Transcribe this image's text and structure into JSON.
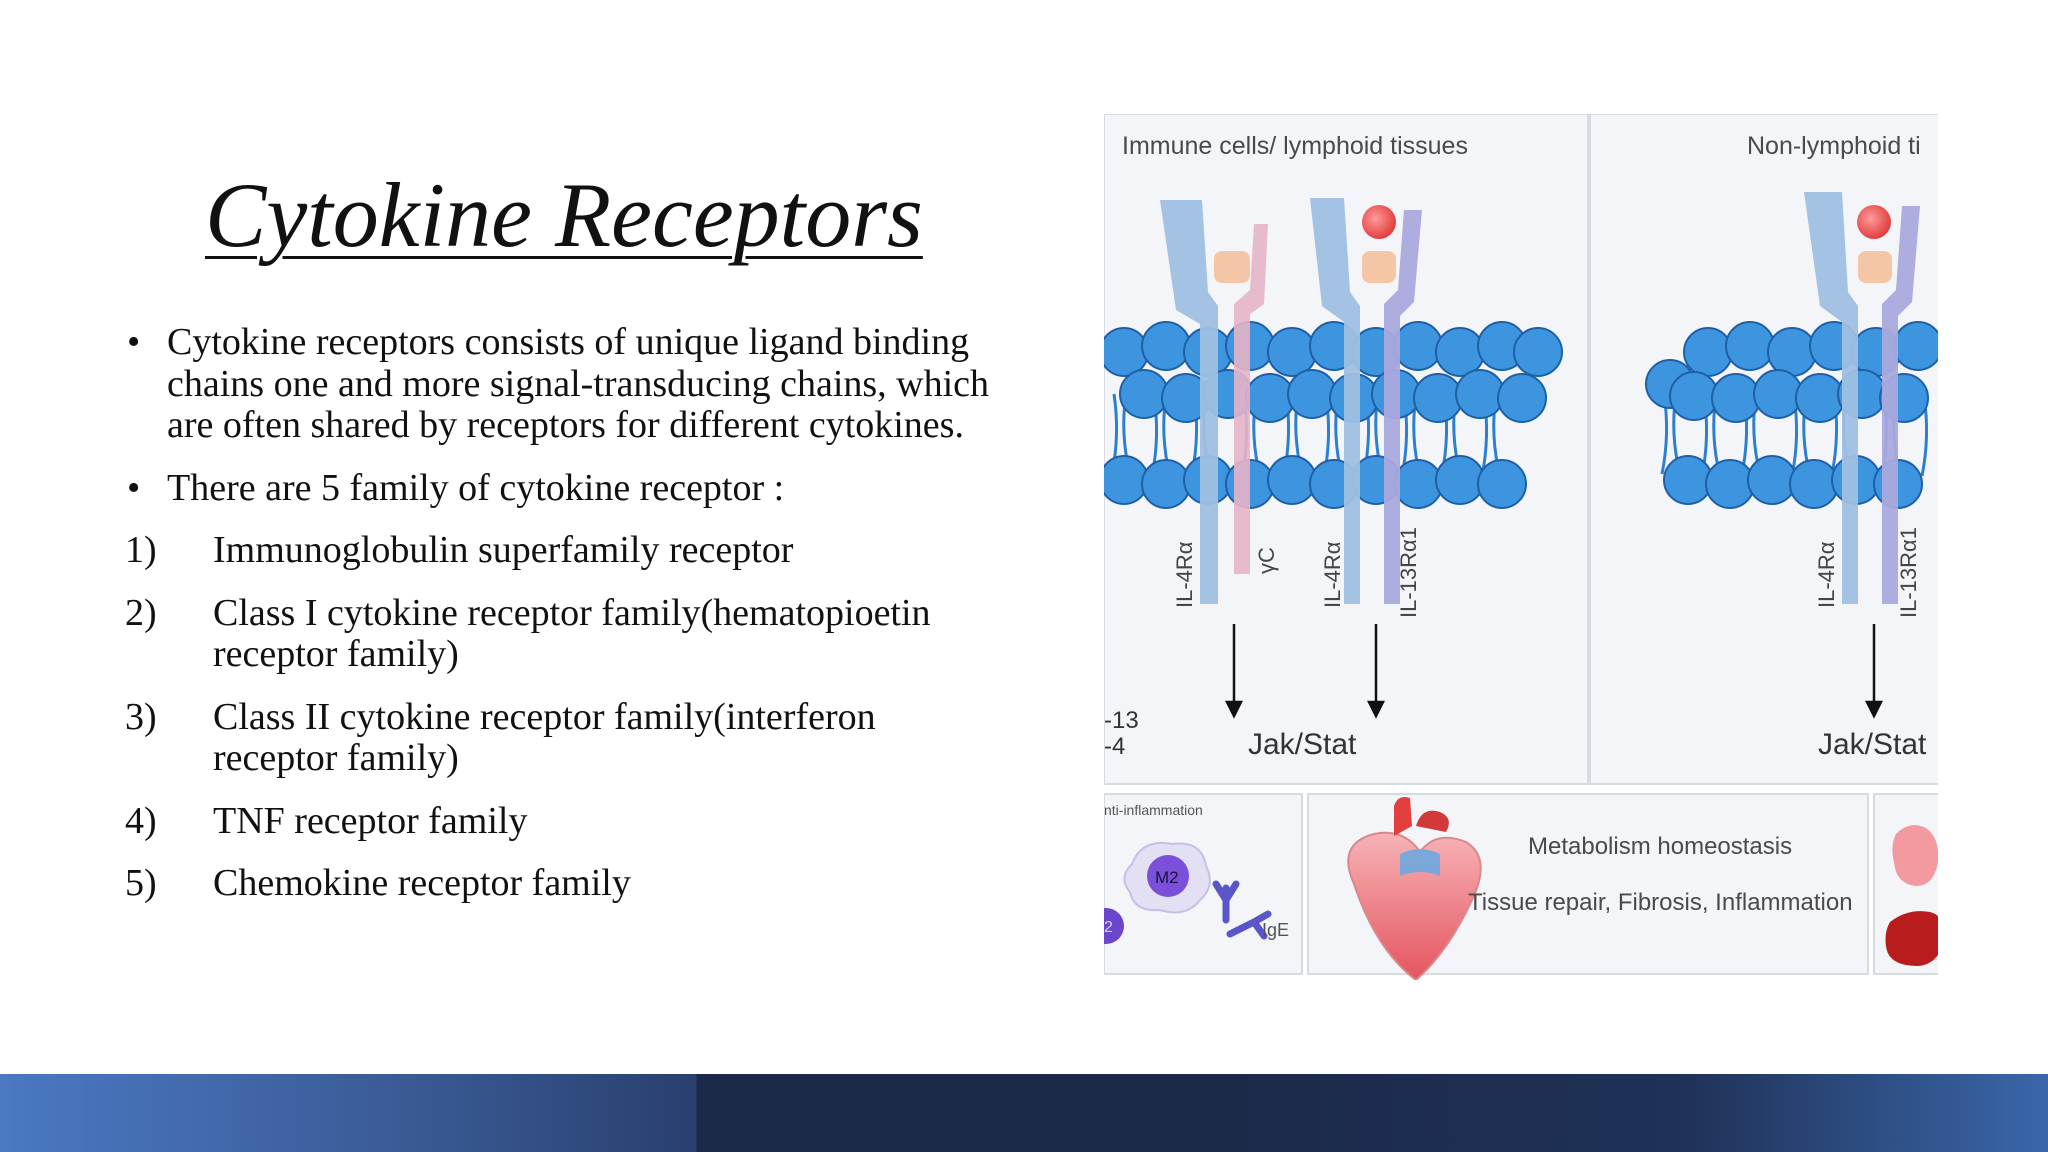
{
  "title": "Cytokine Receptors",
  "bullets": [
    {
      "marker": "•",
      "text": "Cytokine receptors consists of unique ligand binding chains one and more signal-transducing chains, which are often shared by receptors for different cytokines."
    },
    {
      "marker": "•",
      "text": "There are 5 family of cytokine receptor :"
    }
  ],
  "families": [
    {
      "num": "1)",
      "text": "Immunoglobulin superfamily receptor"
    },
    {
      "num": "2)",
      "text": "Class I cytokine receptor family(hematopioetin receptor family)"
    },
    {
      "num": "3)",
      "text": "Class II cytokine receptor family(interferon receptor family)"
    },
    {
      "num": "4)",
      "text": "TNF receptor family"
    },
    {
      "num": "5)",
      "text": "Chemokine receptor family"
    }
  ],
  "figure": {
    "panel_left_title": "Immune cells/ lymphoid tissues",
    "panel_right_title": "Non-lymphoid ti",
    "receptor_labels": [
      "IL-4Rα",
      "γC",
      "IL-4Rα",
      "IL-13Rα1",
      "IL-4Rα",
      "IL-13Rα1"
    ],
    "pathway_left": "Jak/Stat",
    "pathway_right": "Jak/Stat",
    "side_label_1": "-13",
    "side_label_2": "-4",
    "bottom_left_caption": "nti-inflammation",
    "cell_label": "M2",
    "antibody_label": "IgE",
    "partial_cell_label": "2",
    "bottom_mid_line1": "Metabolism homeostasis",
    "bottom_mid_line2": "Tissue repair, Fibrosis, Inflammation"
  }
}
